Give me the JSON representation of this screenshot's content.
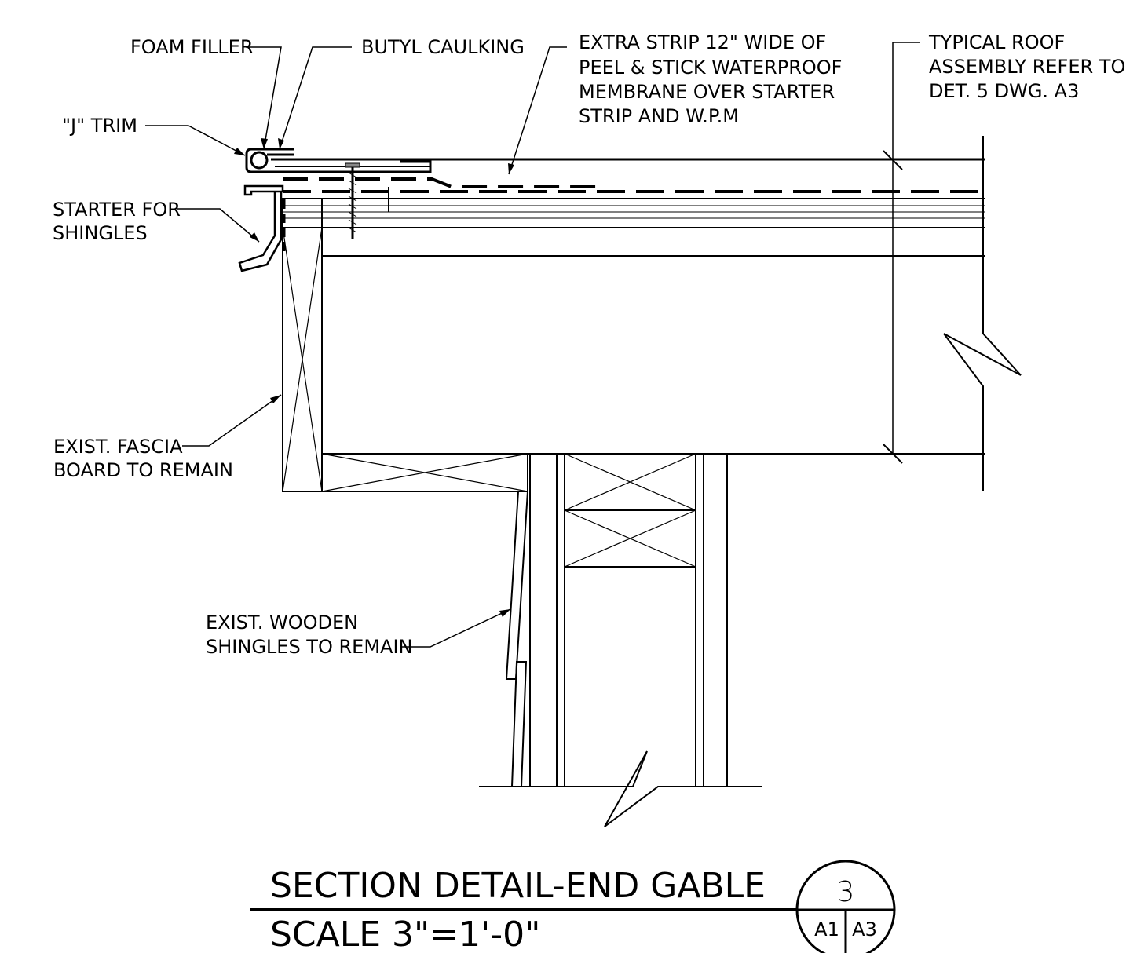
{
  "labels": {
    "foam_filler": "FOAM FILLER",
    "butyl_caulking": "BUTYL CAULKING",
    "extra_strip": [
      "EXTRA STRIP 12\" WIDE OF",
      "PEEL & STICK  WATERPROOF",
      "MEMBRANE OVER STARTER",
      "STRIP AND W.P.M"
    ],
    "typical_roof": [
      "TYPICAL ROOF",
      "ASSEMBLY REFER TO",
      "DET. 5 DWG. A3"
    ],
    "j_trim": "\"J\" TRIM",
    "starter": [
      "STARTER FOR",
      "SHINGLES"
    ],
    "fascia": [
      "EXIST. FASCIA",
      "BOARD TO REMAIN"
    ],
    "wooden_shingles": [
      "EXIST. WOODEN",
      "SHINGLES TO REMAIN"
    ]
  },
  "title_block": {
    "title": "SECTION DETAIL-END GABLE",
    "scale": "SCALE 3\"=1'-0\"",
    "detail_number": "3",
    "sheet_left": "A1",
    "sheet_right": "A3"
  }
}
